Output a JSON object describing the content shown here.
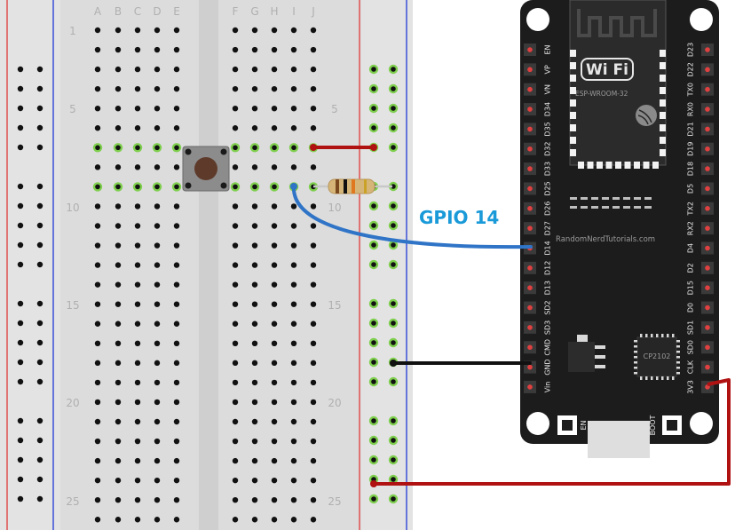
{
  "breadboard": {
    "column_letters_left": [
      "A",
      "B",
      "C",
      "D",
      "E"
    ],
    "column_letters_right": [
      "F",
      "G",
      "H",
      "I",
      "J"
    ],
    "row_numbers": [
      "1",
      "5",
      "10",
      "15",
      "20",
      "25"
    ]
  },
  "annotation": {
    "gpio_label": "GPIO 14",
    "gpio_color": "#1a9ad8"
  },
  "board": {
    "wifi_logo": "Wi Fi",
    "module_label": "ESP-WROOM-32",
    "website": "RandomNerdTutorials.com",
    "chip_label": "CP2102",
    "button_en": "EN",
    "button_boot": "BOOT",
    "left_pins": [
      "EN",
      "VP",
      "VN",
      "D34",
      "D35",
      "D32",
      "D33",
      "D25",
      "D26",
      "D27",
      "D14",
      "D12",
      "D13",
      "SD2",
      "SD3",
      "CMD",
      "GND",
      "Vin"
    ],
    "right_pins": [
      "D23",
      "D22",
      "TX0",
      "RX0",
      "D21",
      "D19",
      "D18",
      "D5",
      "TX2",
      "RX2",
      "D4",
      "D2",
      "D15",
      "D0",
      "SD1",
      "SD0",
      "CLK",
      "3V3"
    ]
  },
  "colors": {
    "breadboard": "#dcdcdc",
    "board": "#1c1c1c",
    "wire_red": "#b01212",
    "wire_blue": "#2f74c6",
    "wire_black": "#111111",
    "header_pin": "#e04040",
    "active_hole": "#7fcf4e"
  }
}
